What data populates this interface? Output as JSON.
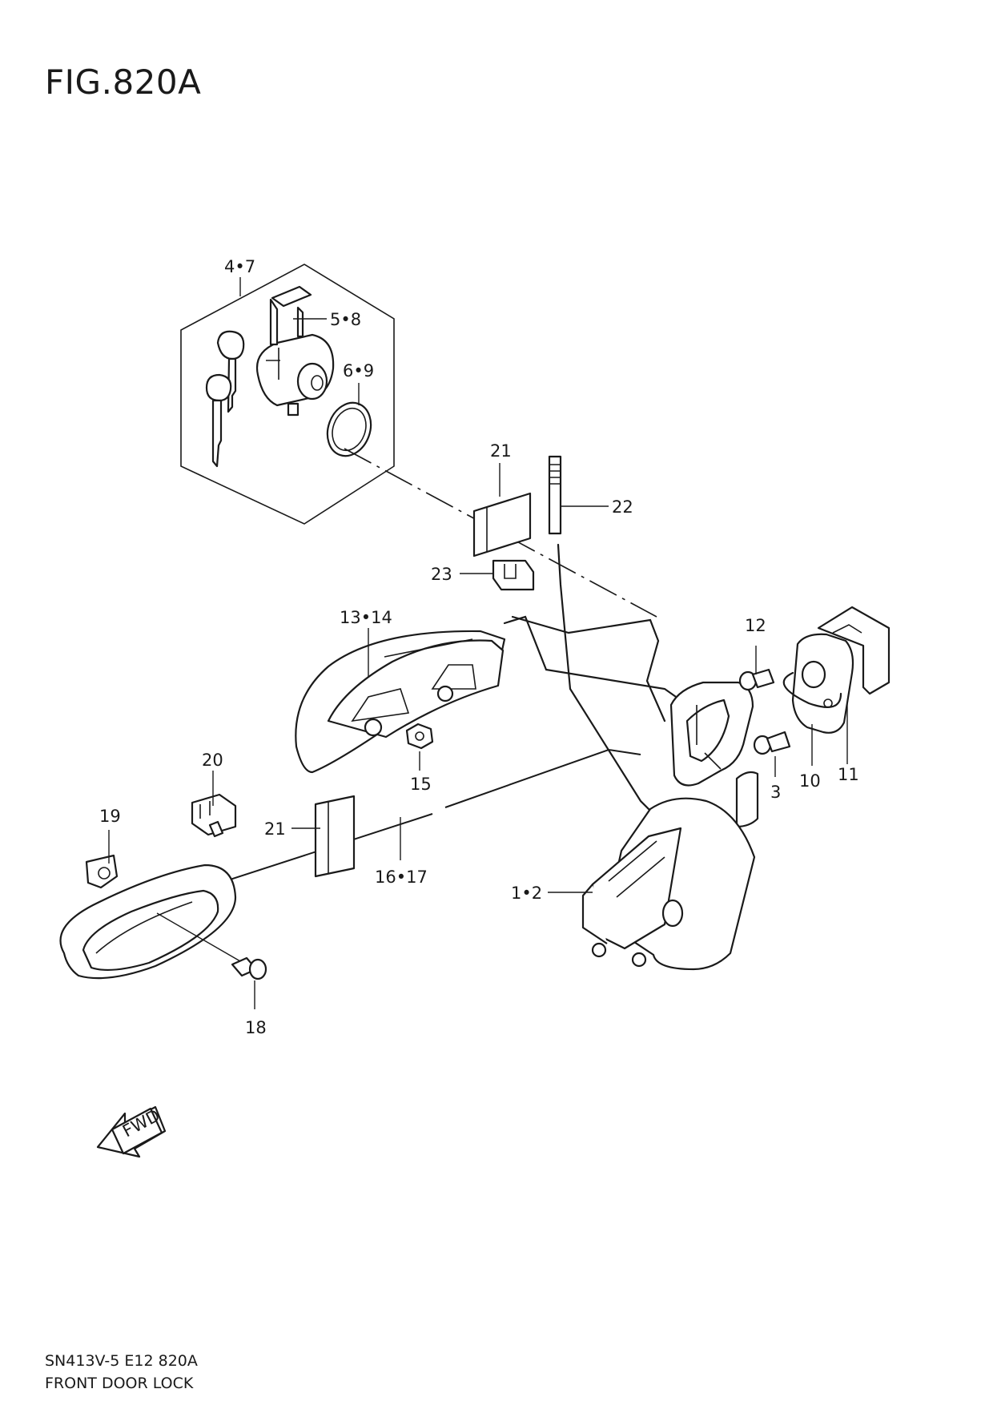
{
  "figure": {
    "title": "FIG.820A"
  },
  "footer": {
    "model_code": "SN413V-5 E12 820A",
    "section_name": "FRONT DOOR LOCK"
  },
  "direction_arrow": {
    "label": "FWD"
  },
  "callouts": [
    {
      "id": "c-4-7",
      "text": "4•7"
    },
    {
      "id": "c-5-8",
      "text": "5•8"
    },
    {
      "id": "c-6-9",
      "text": "6•9"
    },
    {
      "id": "c-21a",
      "text": "21"
    },
    {
      "id": "c-22",
      "text": "22"
    },
    {
      "id": "c-23",
      "text": "23"
    },
    {
      "id": "c-13-14",
      "text": "13•14"
    },
    {
      "id": "c-12",
      "text": "12"
    },
    {
      "id": "c-15",
      "text": "15"
    },
    {
      "id": "c-20",
      "text": "20"
    },
    {
      "id": "c-3",
      "text": "3"
    },
    {
      "id": "c-10",
      "text": "10"
    },
    {
      "id": "c-11",
      "text": "11"
    },
    {
      "id": "c-19",
      "text": "19"
    },
    {
      "id": "c-21b",
      "text": "21"
    },
    {
      "id": "c-16-17",
      "text": "16•17"
    },
    {
      "id": "c-1-2",
      "text": "1•2"
    },
    {
      "id": "c-18",
      "text": "18"
    }
  ]
}
